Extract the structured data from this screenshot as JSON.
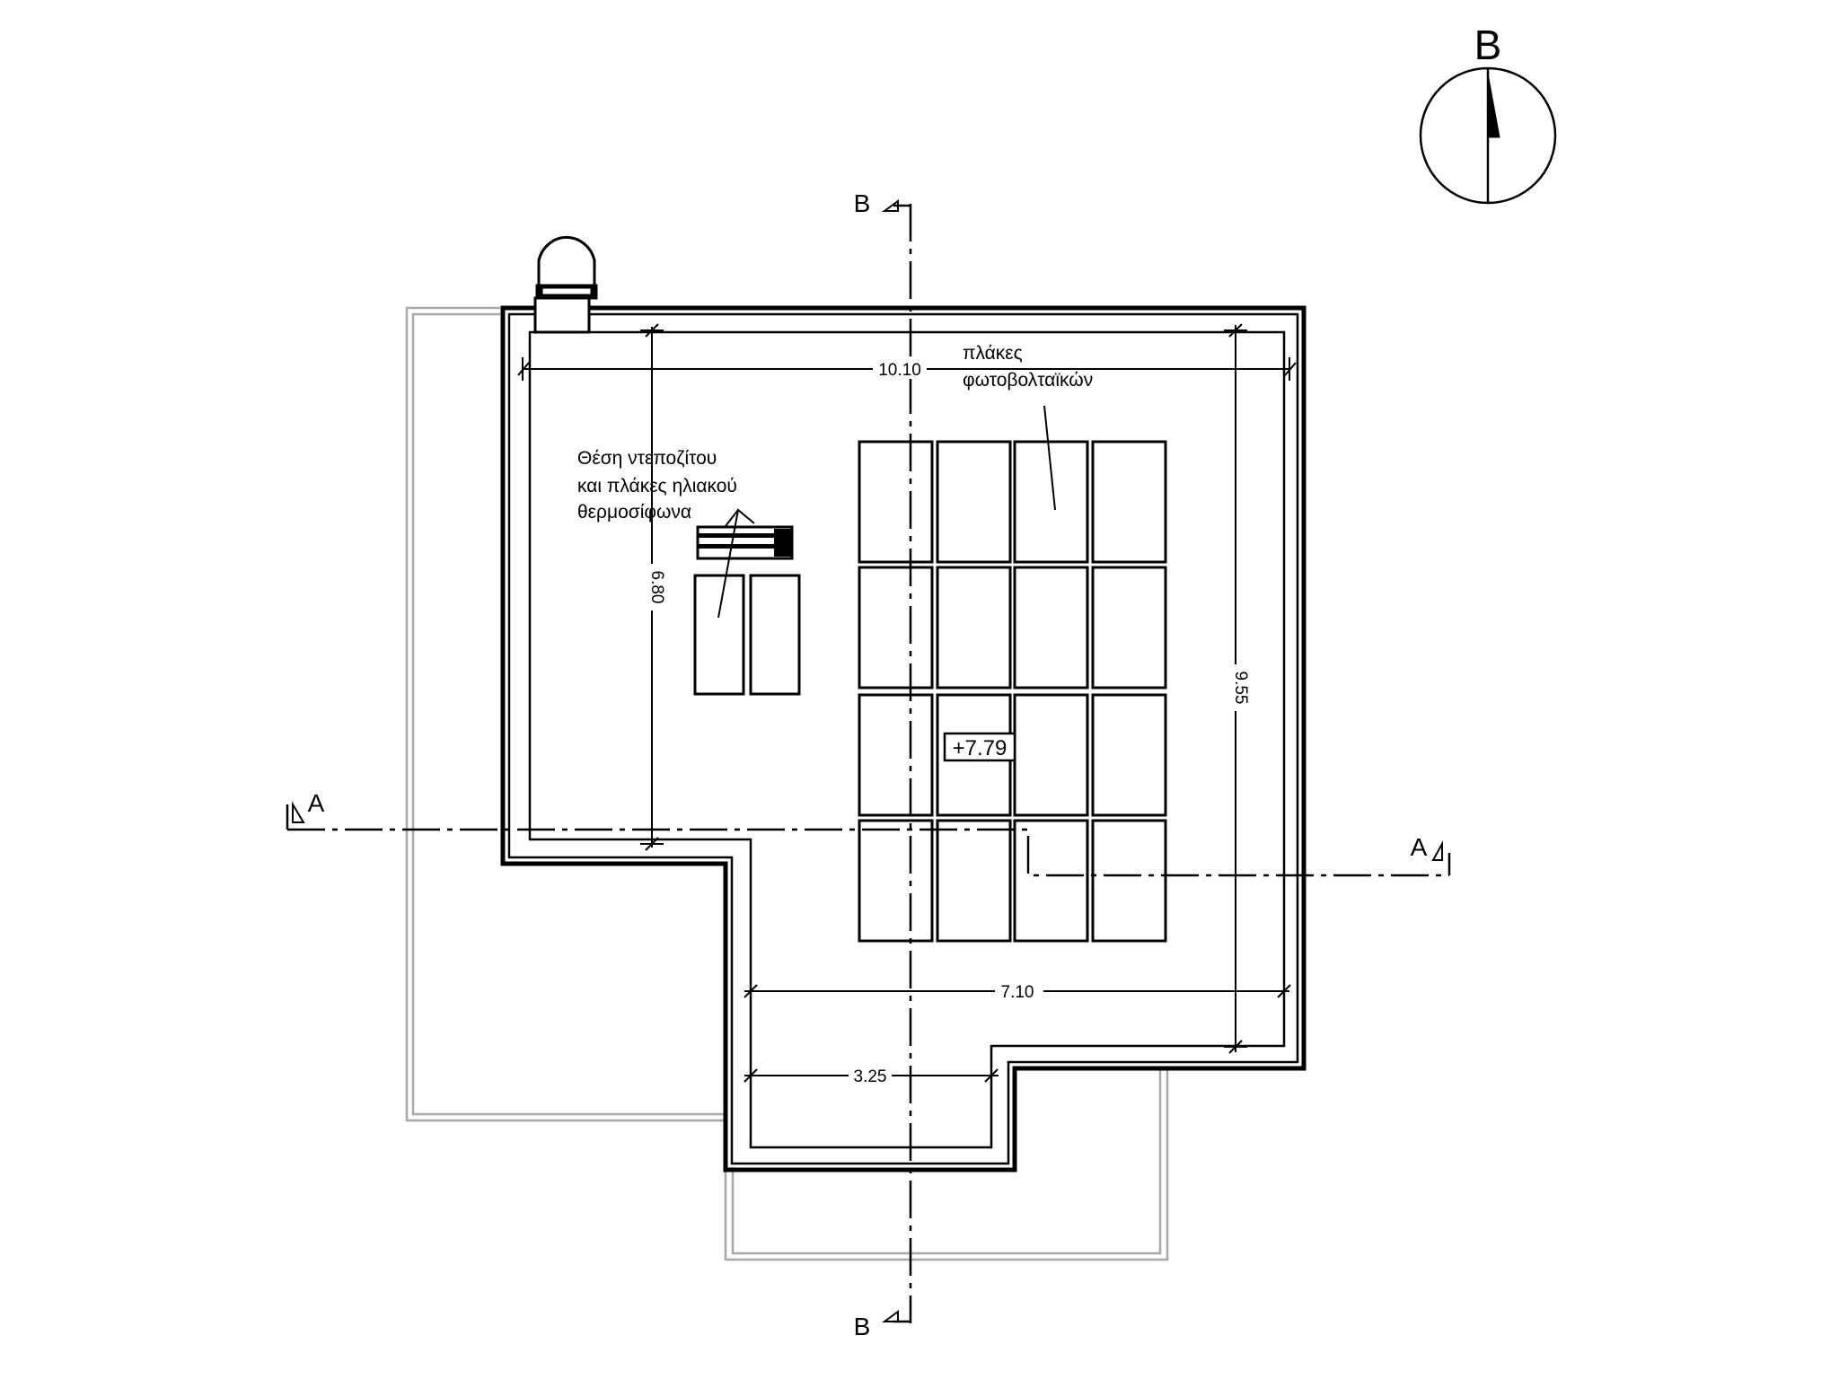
{
  "north_arrow": {
    "label": "B"
  },
  "section_marks": {
    "b_top": "B",
    "b_bottom": "B",
    "a_left": "A",
    "a_right": "A"
  },
  "labels": {
    "pv_panels_line1": "πλάκες",
    "pv_panels_line2": "φωτοβολταϊκών",
    "heater_line1": "Θέση ντεποζίτου",
    "heater_line2": "και πλάκες ηλιακού",
    "heater_line3": "θερμοσίφωνα",
    "level": "+7.79"
  },
  "dimensions": {
    "top_width": "10.10",
    "left_height": "6.80",
    "right_height": "9.55",
    "bottom_width": "7.10",
    "notch_width": "3.25"
  },
  "colors": {
    "line": "#000000",
    "faint": "#a0a0a0"
  }
}
